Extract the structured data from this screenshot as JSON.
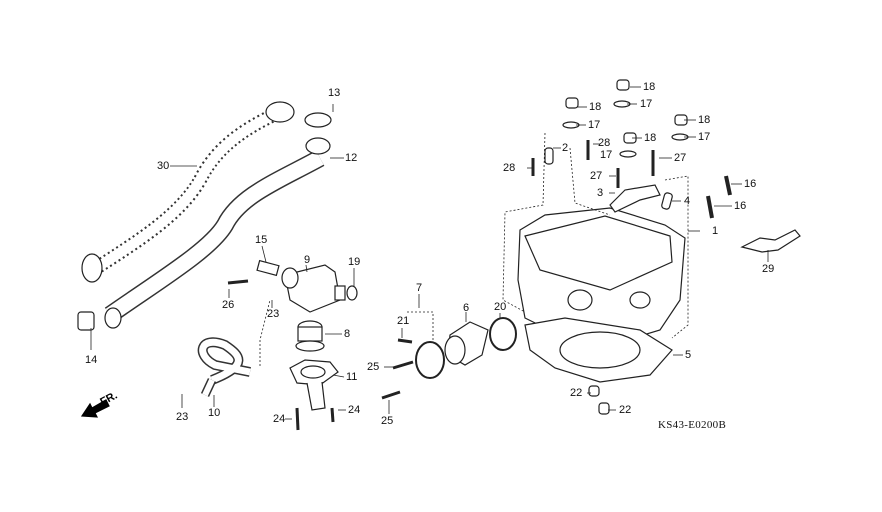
{
  "diagram": {
    "title": "Cylinder head parts diagram",
    "code": "KS43-E0200B",
    "direction_label": "FR.",
    "callouts": [
      {
        "id": "1",
        "label": "1"
      },
      {
        "id": "2",
        "label": "2"
      },
      {
        "id": "3",
        "label": "3"
      },
      {
        "id": "4",
        "label": "4"
      },
      {
        "id": "5",
        "label": "5"
      },
      {
        "id": "6",
        "label": "6"
      },
      {
        "id": "7",
        "label": "7"
      },
      {
        "id": "8",
        "label": "8"
      },
      {
        "id": "9",
        "label": "9"
      },
      {
        "id": "10",
        "label": "10"
      },
      {
        "id": "11",
        "label": "11"
      },
      {
        "id": "12",
        "label": "12"
      },
      {
        "id": "13",
        "label": "13"
      },
      {
        "id": "14",
        "label": "14"
      },
      {
        "id": "15",
        "label": "15"
      },
      {
        "id": "16a",
        "label": "16"
      },
      {
        "id": "16b",
        "label": "16"
      },
      {
        "id": "17a",
        "label": "17"
      },
      {
        "id": "17b",
        "label": "17"
      },
      {
        "id": "17c",
        "label": "17"
      },
      {
        "id": "17d",
        "label": "17"
      },
      {
        "id": "18a",
        "label": "18"
      },
      {
        "id": "18b",
        "label": "18"
      },
      {
        "id": "18c",
        "label": "18"
      },
      {
        "id": "18d",
        "label": "18"
      },
      {
        "id": "19",
        "label": "19"
      },
      {
        "id": "20",
        "label": "20"
      },
      {
        "id": "21",
        "label": "21"
      },
      {
        "id": "22a",
        "label": "22"
      },
      {
        "id": "22b",
        "label": "22"
      },
      {
        "id": "23a",
        "label": "23"
      },
      {
        "id": "23b",
        "label": "23"
      },
      {
        "id": "24a",
        "label": "24"
      },
      {
        "id": "24b",
        "label": "24"
      },
      {
        "id": "25a",
        "label": "25"
      },
      {
        "id": "25b",
        "label": "25"
      },
      {
        "id": "26",
        "label": "26"
      },
      {
        "id": "27a",
        "label": "27"
      },
      {
        "id": "27b",
        "label": "27"
      },
      {
        "id": "28a",
        "label": "28"
      },
      {
        "id": "28b",
        "label": "28"
      },
      {
        "id": "29",
        "label": "29"
      },
      {
        "id": "30",
        "label": "30"
      }
    ]
  }
}
